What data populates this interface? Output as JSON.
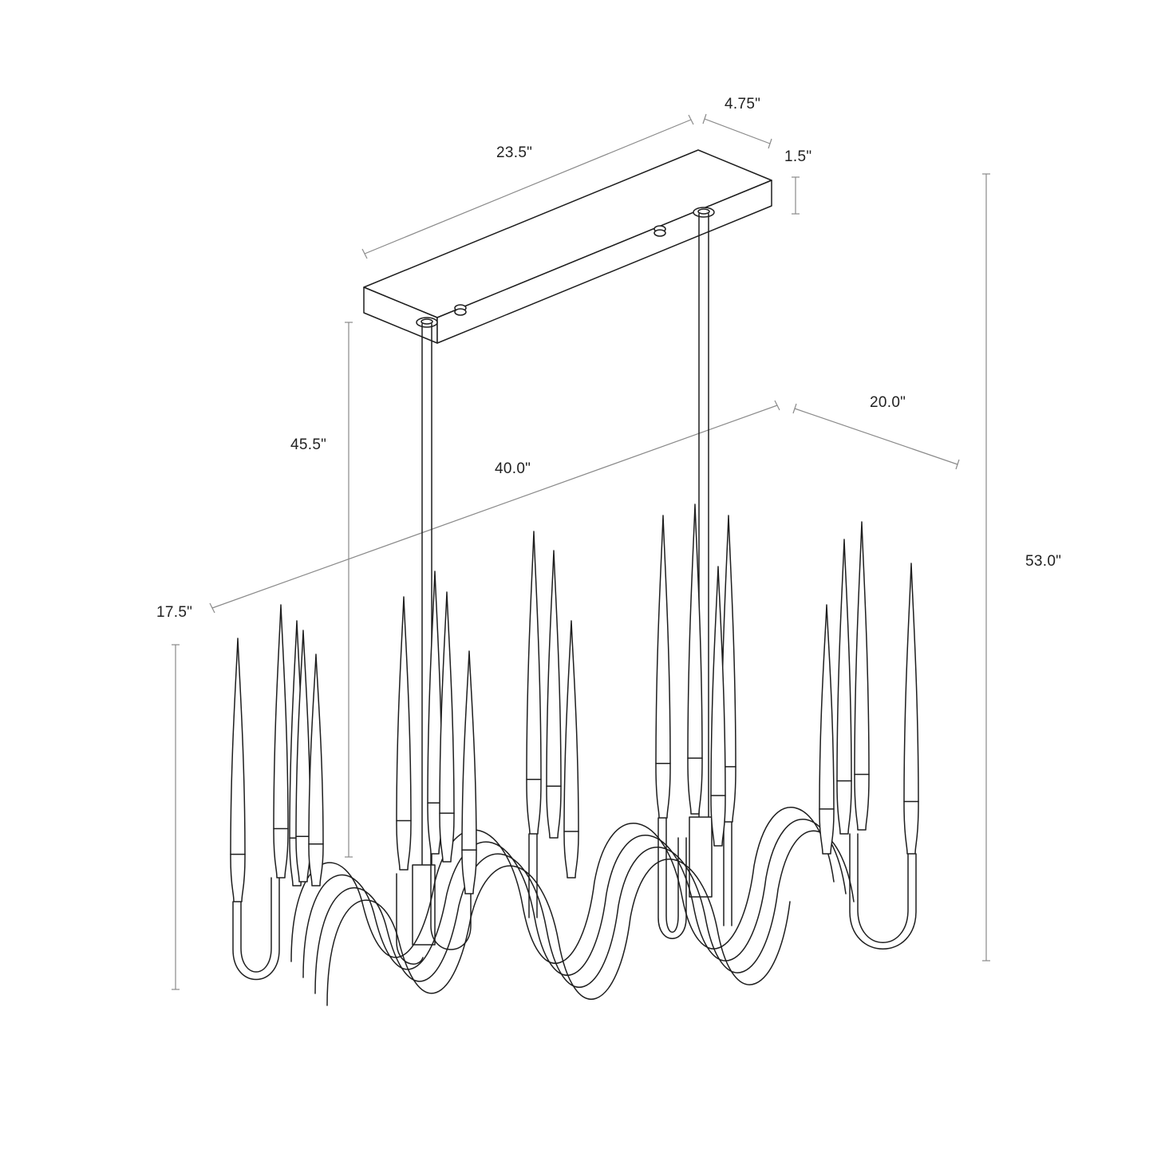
{
  "dimensions": {
    "canopy_length": "23.5\"",
    "canopy_depth": "4.75\"",
    "canopy_height": "1.5\"",
    "overall_height": "53.0\"",
    "drop_height": "45.5\"",
    "fixture_length": "40.0\"",
    "fixture_width": "20.0\"",
    "fixture_height": "17.5\""
  },
  "colors": {
    "line": "#1e1e1e",
    "dimension": "#8a8a8a",
    "text": "#222222",
    "background": "#ffffff"
  }
}
